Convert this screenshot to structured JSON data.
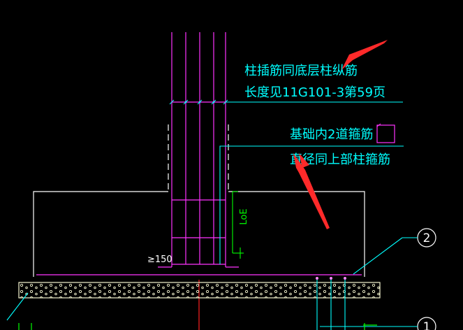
{
  "drawing": {
    "background_color": "#000000",
    "colors": {
      "rebar": "#ff33ff",
      "concrete_outline": "#ffffff",
      "leader": "#00ffff",
      "annotation_text": "#00ffff",
      "dimension": "#00ff00",
      "centerline": "#ff2020",
      "bedding_fill": "#f5f5d0",
      "arrow": "#ff2a2a",
      "bolt": "#ff88ff"
    },
    "annotations": {
      "note_column_bars": {
        "line1": "柱插筋同底层柱纵筋",
        "line2": "长度见11G101-3第59页"
      },
      "note_stirrups": {
        "line1": "基础内2道箍筋",
        "line2": "直径同上部柱箍筋"
      },
      "dim_anchorage": "LoE",
      "dim_min_spacing": "≥150"
    },
    "grid_bubbles": {
      "bubble_upper": "2",
      "bubble_lower": "1"
    }
  }
}
